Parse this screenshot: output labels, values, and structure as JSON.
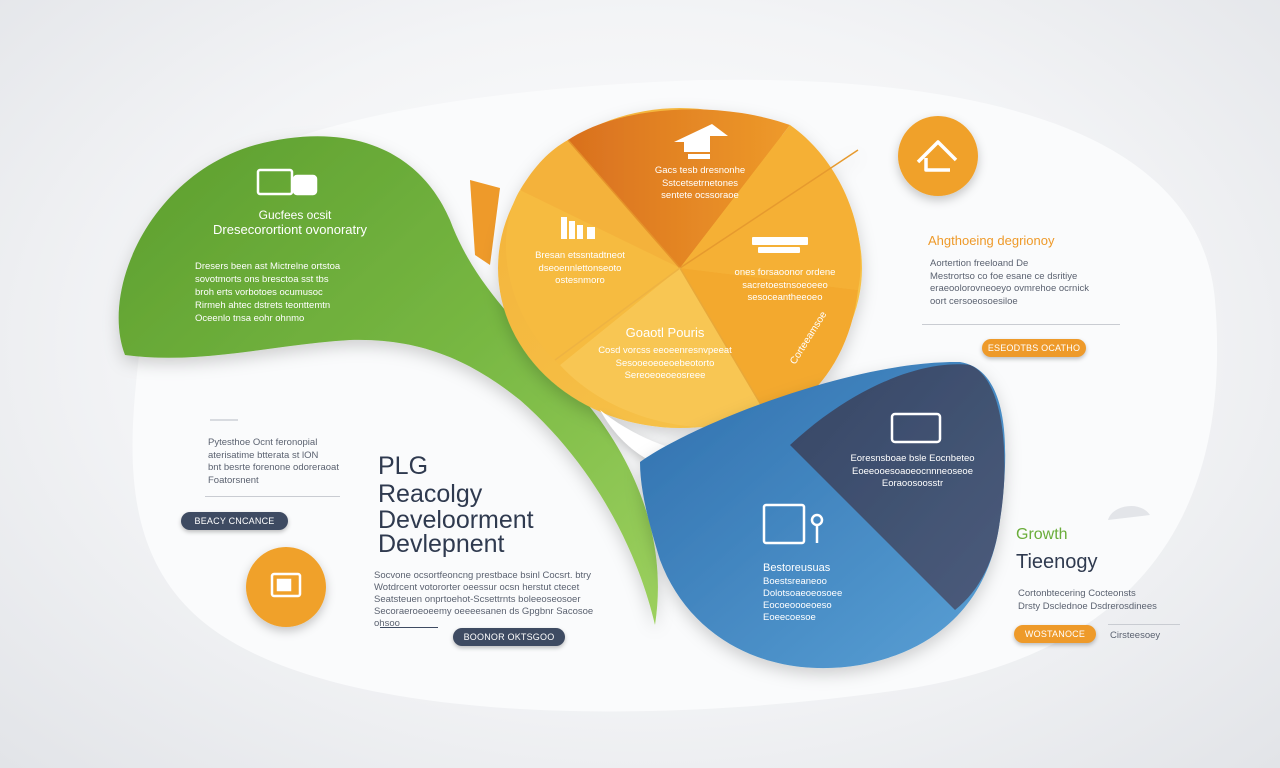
{
  "colors": {
    "green": "#6aad3a",
    "orange": "#f0a12c",
    "navy": "#3a4d6e",
    "blue": "#3f84c2",
    "slate": "#3e4b62"
  },
  "green_card": {
    "icon": "monitor-icon",
    "subtitle": "Gucfees ocsit",
    "title": "Dresecorortiont ovonoratry",
    "body": [
      "Dresers been ast Mictrelne ortstoa",
      "sovotmorts ons bresctoa sst tbs",
      "broh erts vorbotoes ocumusoc",
      "Rirmeh ahtec dstrets teonttemtn",
      "Oceenlo tnsa eohr ohnmo"
    ]
  },
  "left_block": {
    "lines": [
      "Pytesthoe Ocnt feronopial",
      "aterisatime btterata st lON",
      "bnt besrte forenone odoreraoat",
      "Foatorsnent"
    ],
    "button": "BEACY CNCANCE"
  },
  "left_orange_circle": {
    "icon": "folder-icon"
  },
  "center_title": {
    "line1": "PLG",
    "line2": "Reacolgy",
    "line3": "Develoorment",
    "line4": "Devlepnent"
  },
  "center_body": {
    "lines": [
      "Socvone ocsortfeoncng prestbace bsinl Cocsrt. btry",
      "Wotdrcent votororter oeessur ocsn herstut ctecet",
      "Seatsteuen onprtoehot-Scsettrnts boleeoseosoer",
      "Secoraeroeoeemy oeeeesanen ds Gpgbnr Sacosoe ohsoo"
    ],
    "button": "BOONOR OKTSGOO"
  },
  "pie": {
    "top": {
      "icon": "house-icon",
      "lines": [
        "Gacs tesb dresnonhe",
        "Sstcetsetrnetones",
        "sentete ocssoraoe"
      ]
    },
    "left": {
      "icon": "bar-chart-icon",
      "lines": [
        "Bresan etssntadtneot",
        "dseoennlettonseoto",
        "ostesnmoro"
      ]
    },
    "right": {
      "icon": "laptop-icon",
      "lines": [
        "ones forsaoonor ordene",
        "sacretoestnsoeoeeo",
        "sesoceantheeoeo"
      ]
    },
    "bottom": {
      "title": "Goaotl Pouris",
      "lines": [
        "Cosd vorcss eeoeenresnvpeeat",
        "Sesooeoeoeoebeotorto",
        "Sereoeoeoeosreee"
      ]
    },
    "edge_label": "Corteeamsoe"
  },
  "blue_card": {
    "top_icon": "monitor-icon",
    "top_lines": [
      "Eoresnsboae bsle Eocnbeteo",
      "Eoeeooesoaoeocnnneoseoe",
      "Eoraoosoosstr"
    ],
    "icon": "tablet-icon",
    "title": "Bestoreusuas",
    "lines": [
      "Boestsreaneoo",
      "Dolotsoaeoeosoee",
      "Eocoeoooeoeso",
      "Eoeecoesoe"
    ]
  },
  "right_top": {
    "icon": "house-icon",
    "title": "Ahgthoeing degrionoy",
    "lines": [
      "Aortertion freeloand De",
      "Mestrortso co foe esane ce dsritiye",
      "eraeoolorovneoeyo ovmrehoe ocrnick",
      "oort cersoeosoesiloe"
    ],
    "button": "ESEODTBS OCATHO"
  },
  "right_bottom": {
    "title_line1": "Growth",
    "title_line2": "Tieenogy",
    "lines": [
      "Cortonbtecering Cocteonsts",
      "Drsty Dsclednoe Dsdrerosdinees"
    ],
    "button": "WOSTANOCE",
    "side_label": "Cirsteesoey"
  }
}
